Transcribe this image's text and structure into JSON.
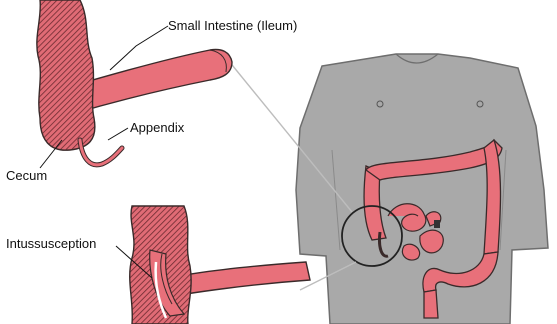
{
  "labels": {
    "small_intestine": "Small Intestine (Ileum)",
    "appendix": "Appendix",
    "cecum": "Cecum",
    "intussusception": "Intussusception"
  },
  "colors": {
    "bowel_fill": "#e8707a",
    "bowel_outline": "#3a2a2a",
    "hatch": "#5a2a2e",
    "torso": "#a9a9a9",
    "torso_outline": "#6e6e6e",
    "connector": "#bdbdbd",
    "text": "#111111"
  }
}
